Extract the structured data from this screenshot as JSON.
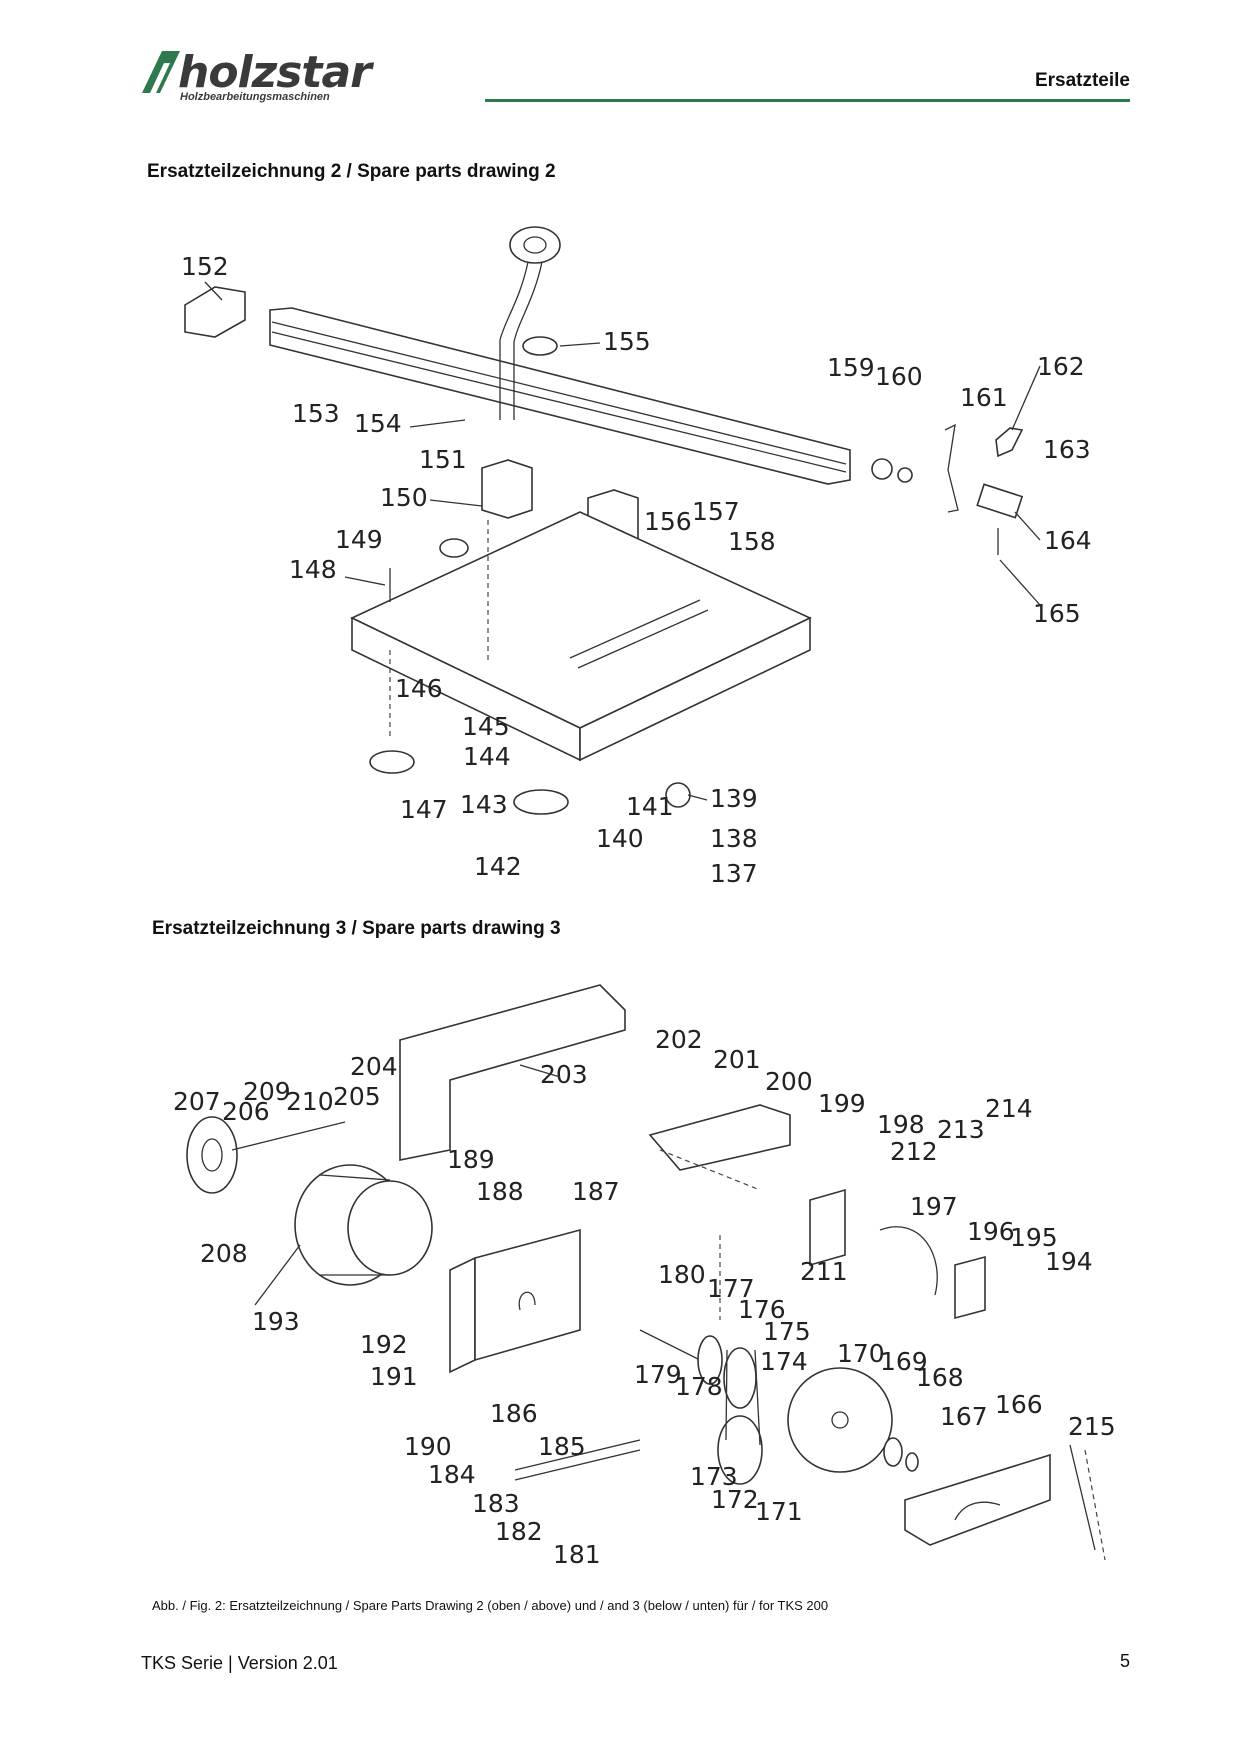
{
  "header": {
    "brand": "holzstar",
    "brand_sub": "Holzbearbeitungsmaschinen",
    "section": "Ersatzteile",
    "accent_color": "#2e7a4c"
  },
  "drawing2": {
    "title": "Ersatzteilzeichnung 2 / Spare parts drawing 2",
    "labels": [
      "137",
      "138",
      "139",
      "140",
      "141",
      "142",
      "143",
      "144",
      "145",
      "146",
      "147",
      "148",
      "149",
      "150",
      "151",
      "152",
      "153",
      "154",
      "155",
      "156",
      "157",
      "158",
      "159",
      "160",
      "161",
      "162",
      "163",
      "164",
      "165"
    ]
  },
  "drawing3": {
    "title": "Ersatzteilzeichnung 3 / Spare parts drawing 3",
    "labels": [
      "166",
      "167",
      "168",
      "169",
      "170",
      "171",
      "172",
      "173",
      "174",
      "175",
      "176",
      "177",
      "178",
      "179",
      "180",
      "181",
      "182",
      "183",
      "184",
      "185",
      "186",
      "187",
      "188",
      "189",
      "190",
      "191",
      "192",
      "193",
      "194",
      "195",
      "196",
      "197",
      "198",
      "199",
      "200",
      "201",
      "202",
      "203",
      "204",
      "205",
      "206",
      "207",
      "208",
      "209",
      "210",
      "211",
      "212",
      "213",
      "214",
      "215"
    ]
  },
  "caption": "Abb. / Fig. 2: Ersatzteilzeichnung / Spare Parts Drawing 2 (oben / above) und / and 3 (below / unten) für / for TKS 200",
  "footer": {
    "series": "TKS Serie | Version 2.01",
    "page_number": "5"
  }
}
